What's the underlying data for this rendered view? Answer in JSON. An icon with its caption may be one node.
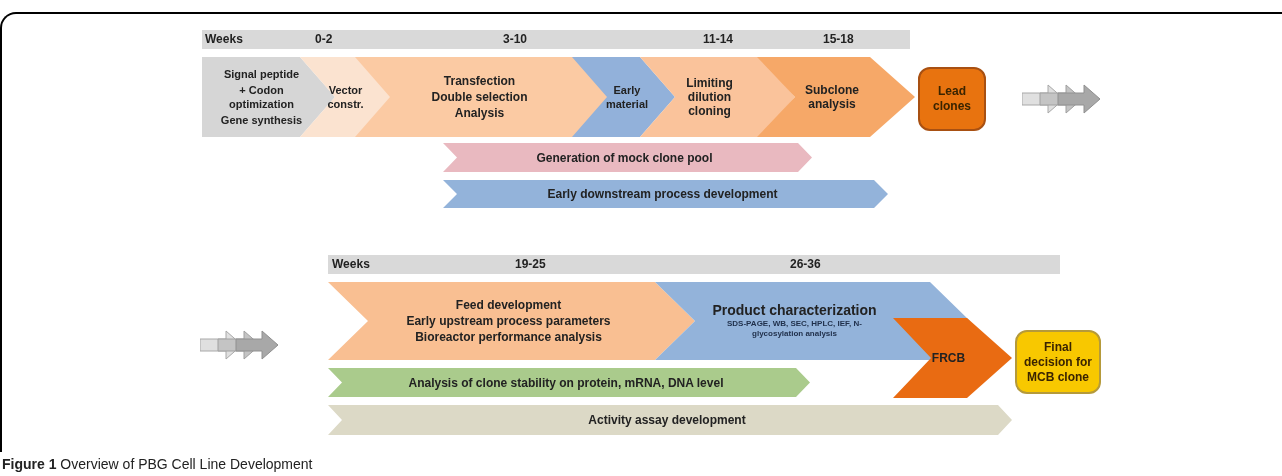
{
  "diagram": {
    "caption": "**Figure 1** Overview of PBG Cell Line Development",
    "nodes": [
      {
        "text": [
          "Weeks",
          "0-2",
          "3-10",
          "11-14",
          "15-18"
        ]
      },
      {
        "text": [
          "Signal peptide",
          "+ Codon optimization",
          "Gene synthesis"
        ]
      },
      {
        "text": [
          "Vector constr."
        ]
      },
      {
        "text": [
          "Transfection",
          "Double selection",
          "Analysis"
        ]
      },
      {
        "text": [
          "Early material"
        ]
      },
      {
        "text": [
          "Limiting dilution cloning"
        ]
      },
      {
        "text": [
          "Subclone analysis"
        ]
      },
      {
        "text": [
          "Lead clones"
        ]
      },
      {
        "text": [
          "Generation of mock clone pool"
        ]
      },
      {
        "text": [
          "Early downstream process development"
        ]
      },
      {
        "text": [
          "Weeks",
          "19-25",
          "26-36"
        ]
      },
      {
        "text": [
          "Feed development",
          "Early upstream process parameters",
          "Bioreactor performance analysis"
        ]
      },
      {
        "text": [
          "Product characterization",
          "SDS-PAGE, WB, SEC, HPLC, IEF, N-glycosylation analysis"
        ]
      },
      {
        "text": [
          "FRCB"
        ]
      },
      {
        "text": [
          "Final decision for MCB clone"
        ]
      },
      {
        "text": [
          "Analysis of clone stability on protein, mRNA, DNA level"
        ]
      },
      {
        "text": [
          "Activity assay development"
        ]
      }
    ]
  }
}
